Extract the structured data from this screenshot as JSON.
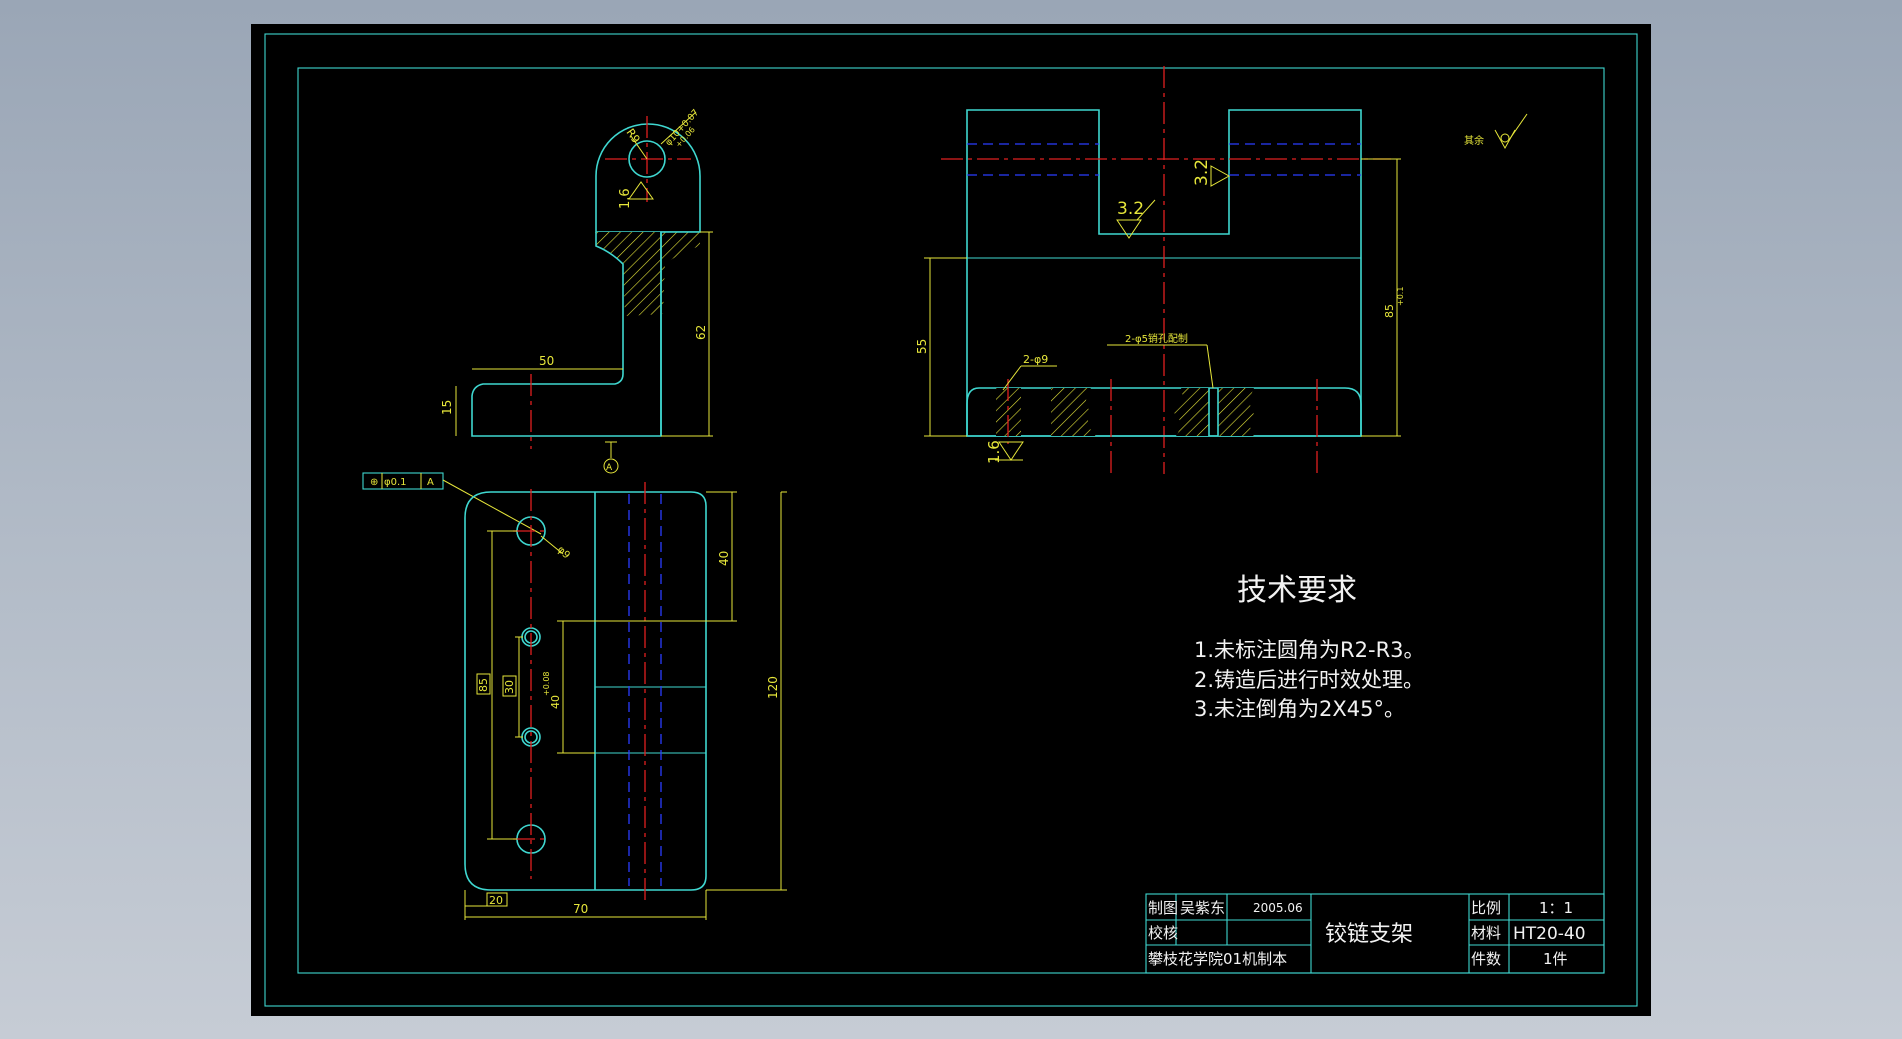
{
  "title_block": {
    "drawn_label": "制图",
    "drawer": "吴紫东",
    "date": "2005.06",
    "check_label": "校核",
    "part_name": "铰链支架",
    "school": "攀枝花学院01机制本",
    "scale_label": "比例",
    "scale_value": "1：1",
    "material_label": "材料",
    "material_value": "HT20-40",
    "qty_label": "件数",
    "qty_value": "1件"
  },
  "tech": {
    "title": "技术要求",
    "items": [
      "1.未标注圆角为R2-R3。",
      "2.铸造后进行时效处理。",
      "3.未注倒角为2X45°。"
    ]
  },
  "dims": {
    "d50": "50",
    "d15": "15",
    "d62": "62",
    "r9": "R9",
    "d_bore": "φ10+0.07",
    "d_bore_tol": "+0.06",
    "rough_top": "1.6",
    "datum_a": "A",
    "tol_frame_val": "φ0.1",
    "tol_frame_ref": "A",
    "hole_d9": "φ9",
    "d40": "40",
    "d120": "120",
    "d85": "85",
    "d30": "30",
    "d40b": "40",
    "d40b_tol": "+0.08",
    "d20": "20",
    "d70": "70",
    "rough_slot": "3.2",
    "rough_slot2": "3.2",
    "d55": "55",
    "d85b": "85",
    "d85b_tol": "+0.1",
    "hole_2d9": "2-φ9",
    "pin_note": "2-φ5销孔配制",
    "rough_base": "1.6",
    "other": "其余"
  },
  "colors": {
    "bg": "#000000",
    "outline": "#3fd7d0",
    "dim": "#e6e63a",
    "center": "#e02020",
    "hidden": "#2a3cff"
  }
}
